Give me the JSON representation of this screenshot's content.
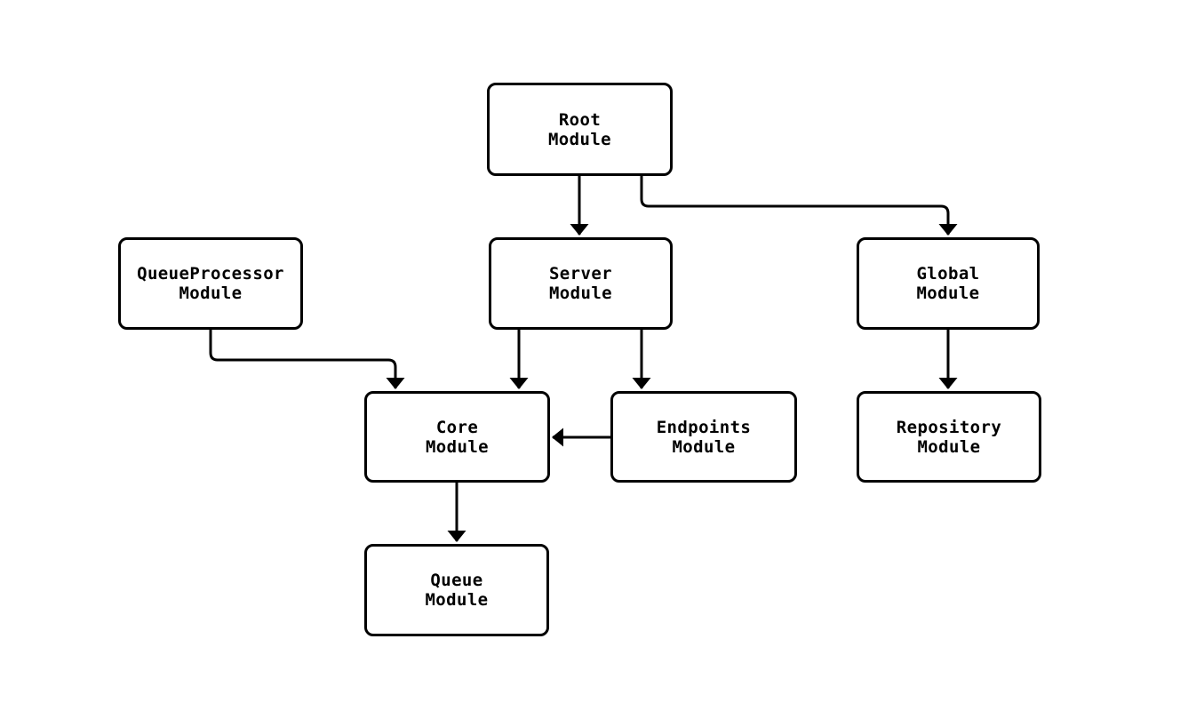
{
  "diagram": {
    "type": "flowchart",
    "direction": "top-down",
    "background_color": "#ffffff",
    "node_fill_color": "#ffffff",
    "node_border_color": "#000000",
    "edge_color": "#000000",
    "text_color": "#000000",
    "nodes": [
      {
        "id": "root",
        "lines": [
          "Root",
          "Module"
        ]
      },
      {
        "id": "queueprocessor",
        "lines": [
          "QueueProcessor",
          "Module"
        ]
      },
      {
        "id": "server",
        "lines": [
          "Server",
          "Module"
        ]
      },
      {
        "id": "global",
        "lines": [
          "Global",
          "Module"
        ]
      },
      {
        "id": "core",
        "lines": [
          "Core",
          "Module"
        ]
      },
      {
        "id": "endpoints",
        "lines": [
          "Endpoints",
          "Module"
        ]
      },
      {
        "id": "repository",
        "lines": [
          "Repository",
          "Module"
        ]
      },
      {
        "id": "queue",
        "lines": [
          "Queue",
          "Module"
        ]
      }
    ],
    "edges": [
      {
        "from": "Root Module",
        "to": "Server Module"
      },
      {
        "from": "Root Module",
        "to": "Global Module"
      },
      {
        "from": "QueueProcessor Module",
        "to": "Core Module"
      },
      {
        "from": "Server Module",
        "to": "Core Module"
      },
      {
        "from": "Server Module",
        "to": "Endpoints Module"
      },
      {
        "from": "Endpoints Module",
        "to": "Core Module"
      },
      {
        "from": "Global Module",
        "to": "Repository Module"
      },
      {
        "from": "Core Module",
        "to": "Queue Module"
      }
    ]
  }
}
